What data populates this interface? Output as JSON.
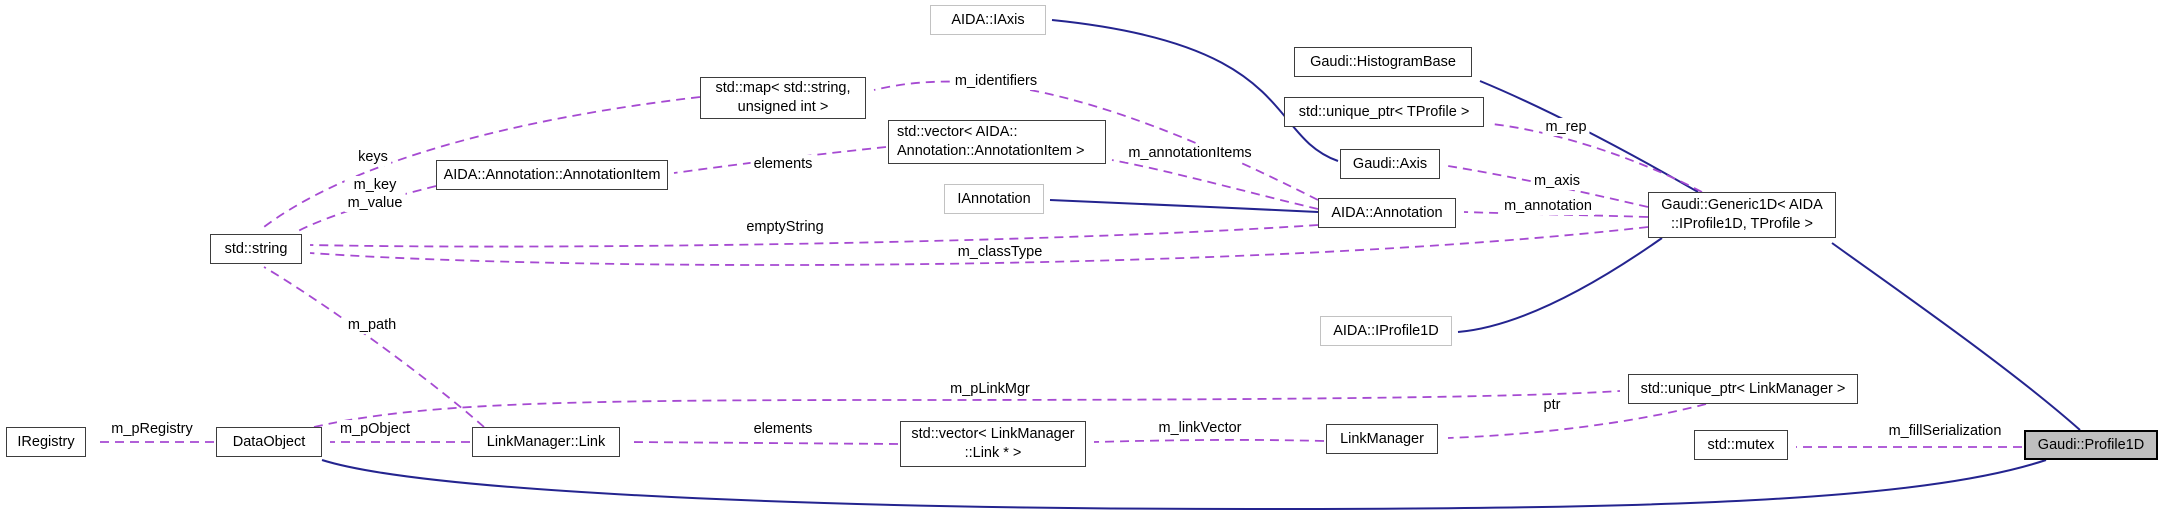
{
  "diagram": {
    "type": "doxygen-collaboration-graph",
    "focus_class": "Gaudi::Profile1D",
    "colors": {
      "background": "#ffffff",
      "inheritance_edge": "#24248f",
      "usage_edge": "#a64ad2",
      "usage_arrowhead": "#9a35cf",
      "node_border": "#3d3d3d",
      "interface_node_border": "#c2c2c2",
      "focus_node_fill": "#bfbfbf"
    },
    "nodes": {
      "aida_iaxis": {
        "label": "AIDA::IAxis"
      },
      "gaudi_histogram_base": {
        "label": "Gaudi::HistogramBase"
      },
      "std_map": {
        "line1": "std::map< std::string,",
        "line2": "unsigned int >"
      },
      "std_unique_ptr_tprofile": {
        "label": "std::unique_ptr< TProfile >"
      },
      "std_vector_annotation_item": {
        "line1": "std::vector< AIDA::",
        "line2": "Annotation::AnnotationItem >"
      },
      "gaudi_axis": {
        "label": "Gaudi::Axis"
      },
      "aida_annotation_annotation_item": {
        "label": "AIDA::Annotation::AnnotationItem"
      },
      "iannotation": {
        "label": "IAnnotation"
      },
      "aida_annotation": {
        "label": "AIDA::Annotation"
      },
      "gaudi_generic1d": {
        "line1": "Gaudi::Generic1D< AIDA",
        "line2": "::IProfile1D, TProfile >"
      },
      "std_string": {
        "label": "std::string"
      },
      "aida_iprofile1d": {
        "label": "AIDA::IProfile1D"
      },
      "std_unique_ptr_linkmanager": {
        "label": "std::unique_ptr< LinkManager >"
      },
      "iregistry": {
        "label": "IRegistry"
      },
      "dataobject": {
        "label": "DataObject"
      },
      "linkmanager_link": {
        "label": "LinkManager::Link"
      },
      "std_vector_linkmanager_link": {
        "line1": "std::vector< LinkManager",
        "line2": "::Link * >"
      },
      "linkmanager": {
        "label": "LinkManager"
      },
      "std_mutex": {
        "label": "std::mutex"
      },
      "gaudi_profile1d": {
        "label": "Gaudi::Profile1D"
      }
    },
    "edge_labels": {
      "m_identifiers": "m_identifiers",
      "keys": "keys",
      "elements_top": "elements",
      "m_annotation_items": "m_annotationItems",
      "m_rep": "m_rep",
      "m_key": "m_key",
      "m_value": "m_value",
      "m_axis": "m_axis",
      "m_annotation": "m_annotation",
      "empty_string": "emptyString",
      "m_class_type": "m_classType",
      "m_path": "m_path",
      "m_p_link_mgr": "m_pLinkMgr",
      "ptr": "ptr",
      "m_p_registry": "m_pRegistry",
      "m_p_object": "m_pObject",
      "elements_bottom": "elements",
      "m_link_vector": "m_linkVector",
      "m_fill_serialization": "m_fillSerialization"
    },
    "edges": [
      {
        "from": "Gaudi::Axis",
        "to": "AIDA::IAxis",
        "type": "public-inheritance",
        "label": ""
      },
      {
        "from": "Gaudi::Generic1D< AIDA::IProfile1D, TProfile >",
        "to": "Gaudi::HistogramBase",
        "type": "public-inheritance",
        "label": ""
      },
      {
        "from": "AIDA::Annotation",
        "to": "IAnnotation",
        "type": "public-inheritance",
        "label": ""
      },
      {
        "from": "Gaudi::Generic1D< AIDA::IProfile1D, TProfile >",
        "to": "AIDA::IProfile1D",
        "type": "public-inheritance",
        "label": ""
      },
      {
        "from": "Gaudi::Profile1D",
        "to": "Gaudi::Generic1D< AIDA::IProfile1D, TProfile >",
        "type": "public-inheritance",
        "label": ""
      },
      {
        "from": "Gaudi::Profile1D",
        "to": "DataObject",
        "type": "public-inheritance",
        "label": ""
      },
      {
        "from": "std::map< std::string, unsigned int >",
        "to": "std::string",
        "type": "usage",
        "label": "keys"
      },
      {
        "from": "AIDA::Annotation::AnnotationItem",
        "to": "std::string",
        "type": "usage",
        "label": "m_key m_value"
      },
      {
        "from": "std::vector< AIDA::Annotation::AnnotationItem >",
        "to": "AIDA::Annotation::AnnotationItem",
        "type": "usage",
        "label": "elements"
      },
      {
        "from": "AIDA::Annotation",
        "to": "std::map< std::string, unsigned int >",
        "type": "usage",
        "label": "m_identifiers"
      },
      {
        "from": "AIDA::Annotation",
        "to": "std::vector< AIDA::Annotation::AnnotationItem >",
        "type": "usage",
        "label": "m_annotationItems"
      },
      {
        "from": "AIDA::Annotation",
        "to": "std::string",
        "type": "usage",
        "label": "emptyString"
      },
      {
        "from": "Gaudi::Generic1D< AIDA::IProfile1D, TProfile >",
        "to": "std::string",
        "type": "usage",
        "label": "m_classType"
      },
      {
        "from": "Gaudi::Generic1D< AIDA::IProfile1D, TProfile >",
        "to": "std::unique_ptr< TProfile >",
        "type": "usage",
        "label": "m_rep"
      },
      {
        "from": "Gaudi::Generic1D< AIDA::IProfile1D, TProfile >",
        "to": "Gaudi::Axis",
        "type": "usage",
        "label": "m_axis"
      },
      {
        "from": "Gaudi::Generic1D< AIDA::IProfile1D, TProfile >",
        "to": "AIDA::Annotation",
        "type": "usage",
        "label": "m_annotation"
      },
      {
        "from": "LinkManager::Link",
        "to": "std::string",
        "type": "usage",
        "label": "m_path"
      },
      {
        "from": "DataObject",
        "to": "std::unique_ptr< LinkManager >",
        "type": "usage",
        "label": "m_pLinkMgr"
      },
      {
        "from": "std::unique_ptr< LinkManager >",
        "to": "LinkManager",
        "type": "usage",
        "label": "ptr"
      },
      {
        "from": "DataObject",
        "to": "IRegistry",
        "type": "usage",
        "label": "m_pRegistry"
      },
      {
        "from": "LinkManager::Link",
        "to": "DataObject",
        "type": "usage",
        "label": "m_pObject"
      },
      {
        "from": "std::vector< LinkManager::Link * >",
        "to": "LinkManager::Link",
        "type": "usage",
        "label": "elements"
      },
      {
        "from": "LinkManager",
        "to": "std::vector< LinkManager::Link * >",
        "type": "usage",
        "label": "m_linkVector"
      },
      {
        "from": "Gaudi::Profile1D",
        "to": "std::mutex",
        "type": "usage",
        "label": "m_fillSerialization"
      }
    ]
  }
}
